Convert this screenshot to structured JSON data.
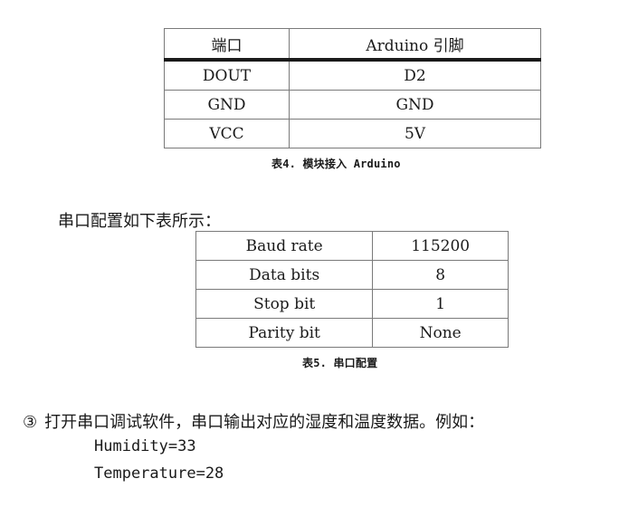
{
  "table4": {
    "headers": [
      "端口",
      "Arduino 引脚"
    ],
    "rows": [
      [
        "DOUT",
        "D2"
      ],
      [
        "GND",
        "GND"
      ],
      [
        "VCC",
        "5V"
      ]
    ],
    "caption": "表4. 模块接入 Arduino"
  },
  "intro": "串口配置如下表所示：",
  "table5": {
    "rows": [
      [
        "Baud rate",
        "115200"
      ],
      [
        "Data bits",
        "8"
      ],
      [
        "Stop bit",
        "1"
      ],
      [
        "Parity bit",
        "None"
      ]
    ],
    "caption": "表5. 串口配置"
  },
  "step": {
    "number": "③",
    "text": "打开串口调试软件，串口输出对应的湿度和温度数据。例如："
  },
  "example": {
    "line1": "Humidity=33",
    "line2": "Temperature=28"
  }
}
